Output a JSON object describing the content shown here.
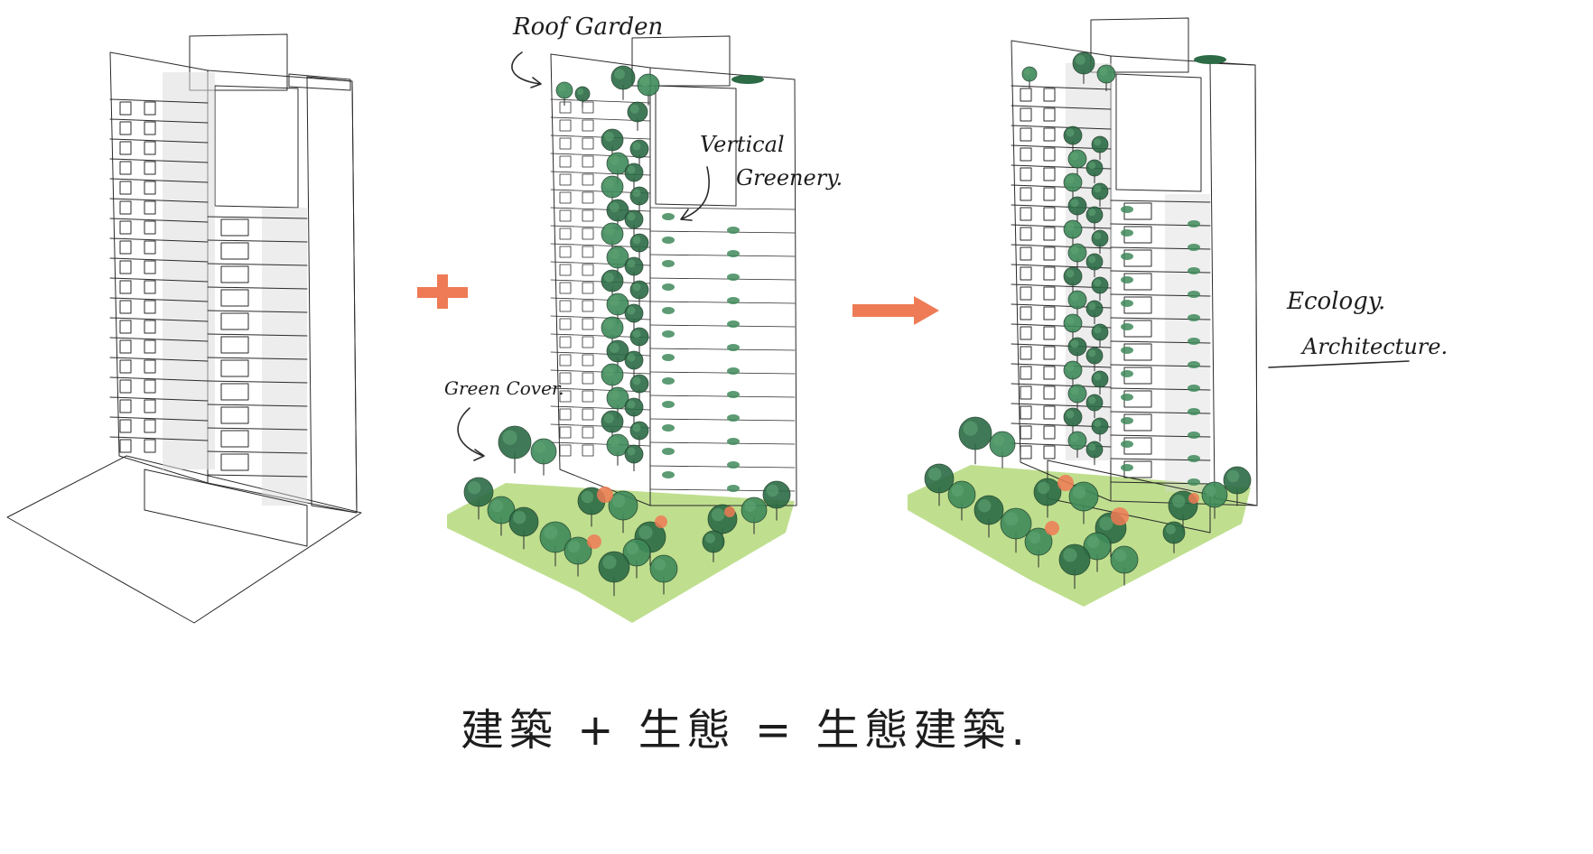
{
  "labels": {
    "roof_garden": "Roof Garden",
    "vertical_greenery_line1": "Vertical",
    "vertical_greenery_line2": "Greenery.",
    "green_cover": "Green Cover.",
    "ecology": "Ecology.",
    "architecture": "Architecture."
  },
  "operators": {
    "plus": "+",
    "arrow": "→"
  },
  "caption": "建築 + 生態 = 生態建築.",
  "colors": {
    "ink": "#2a2a2a",
    "tree": "#3f8a5a",
    "tree_dark": "#2c6b45",
    "ground": "#a9d46a",
    "accent": "#ee7b55",
    "concrete": "#cfcfcf"
  },
  "icons": [
    "plus-icon",
    "arrow-right-icon"
  ]
}
